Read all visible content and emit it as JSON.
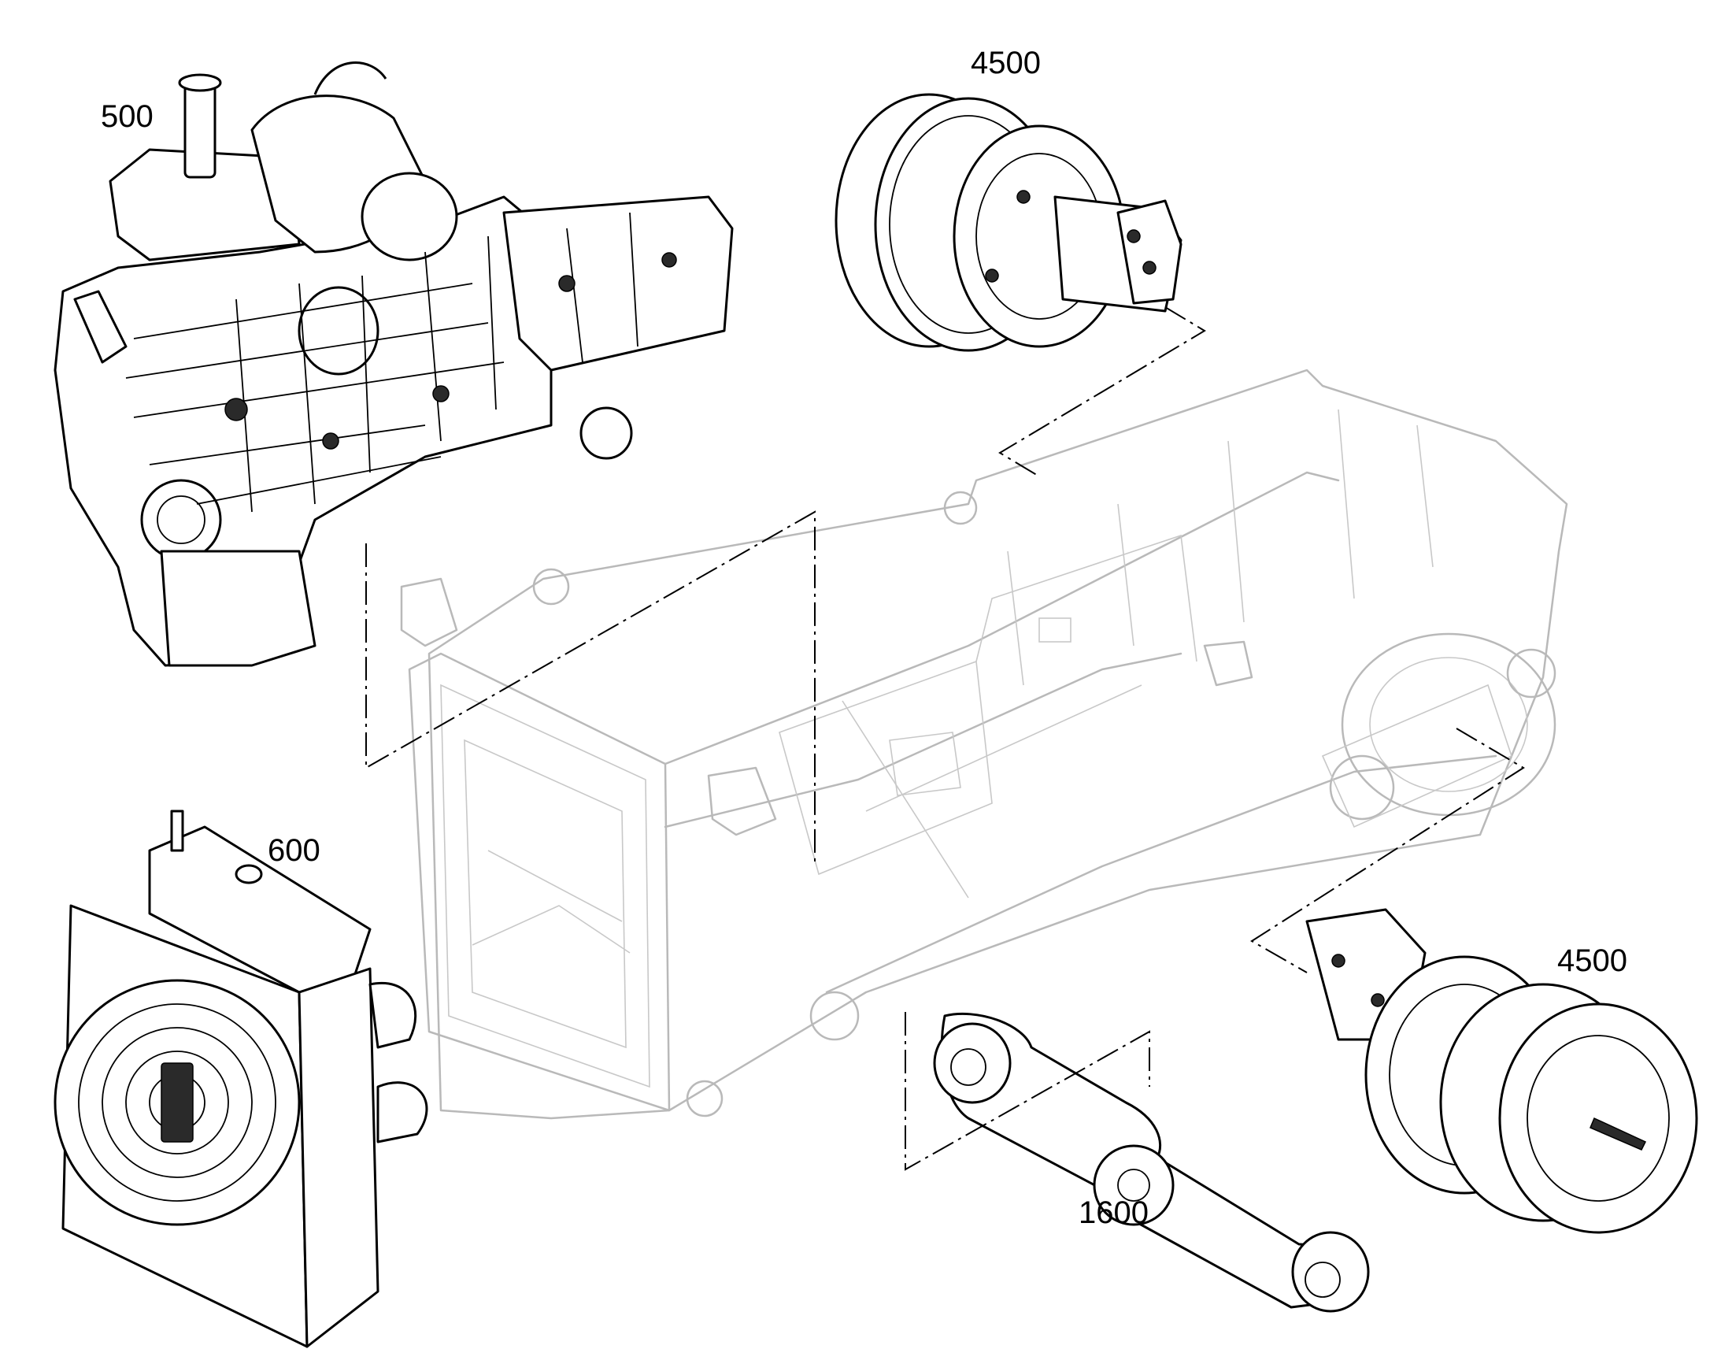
{
  "callouts": {
    "engine": "500",
    "cooler": "600",
    "drive_top": "4500",
    "drive_right": "4500",
    "link": "1600"
  }
}
